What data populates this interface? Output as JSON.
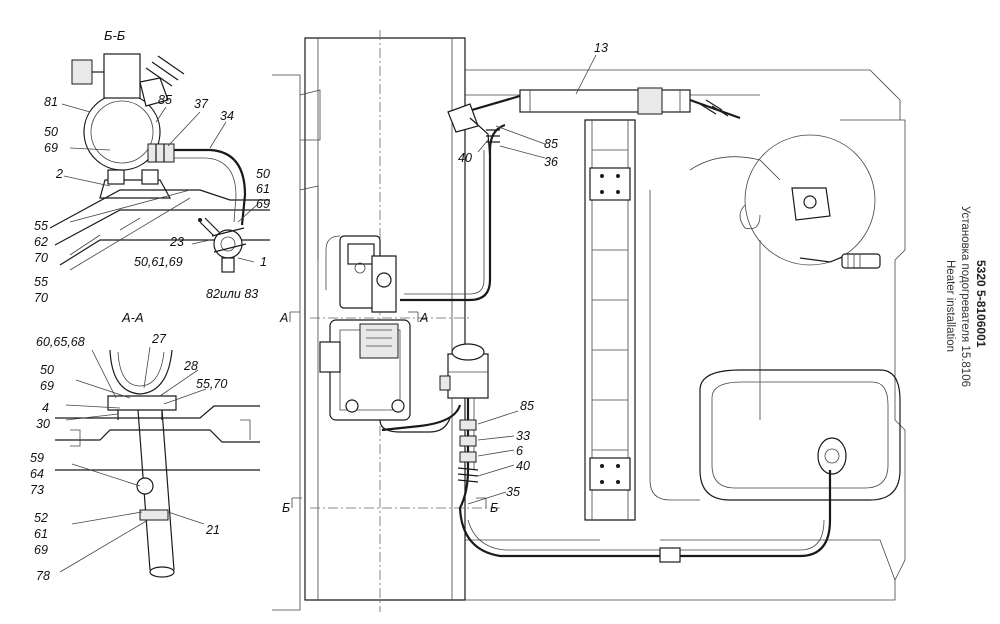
{
  "title_block": {
    "drawing_number": "5320 5-8106001",
    "title_ru": "Установка подогревателя 15.8106",
    "title_en": "Heater installation"
  },
  "views": {
    "section_bb": "Б-Б",
    "section_aa": "А-А",
    "marker_a_left": "А",
    "marker_a_right": "А",
    "marker_b_left": "Б",
    "marker_b_right": "Б"
  },
  "callouts_bb": {
    "c81": "81",
    "c85": "85",
    "c37": "37",
    "c34": "34",
    "c50": "50",
    "c69": "69",
    "c2": "2",
    "c50b": "50",
    "c61": "61",
    "c69b": "69",
    "c55a": "55",
    "c62": "62",
    "c70a": "70",
    "c23": "23",
    "c506169": "50,61,69",
    "c1": "1",
    "c8283": "82или 83",
    "c55b": "55",
    "c70b": "70"
  },
  "callouts_aa": {
    "c606568": "60,65,68",
    "c27": "27",
    "c50": "50",
    "c69": "69",
    "c28": "28",
    "c5570": "55,70",
    "c4": "4",
    "c30": "30",
    "c59": "59",
    "c64": "64",
    "c73": "73",
    "c52": "52",
    "c61": "61",
    "c69b": "69",
    "c21": "21",
    "c78": "78"
  },
  "callouts_main": {
    "c13": "13",
    "c85a": "85",
    "c36": "36",
    "c40a": "40",
    "c85b": "85",
    "c33": "33",
    "c6": "6",
    "c40b": "40",
    "c35": "35"
  },
  "colors": {
    "line": "#1a1a1a",
    "paper": "#ffffff"
  }
}
